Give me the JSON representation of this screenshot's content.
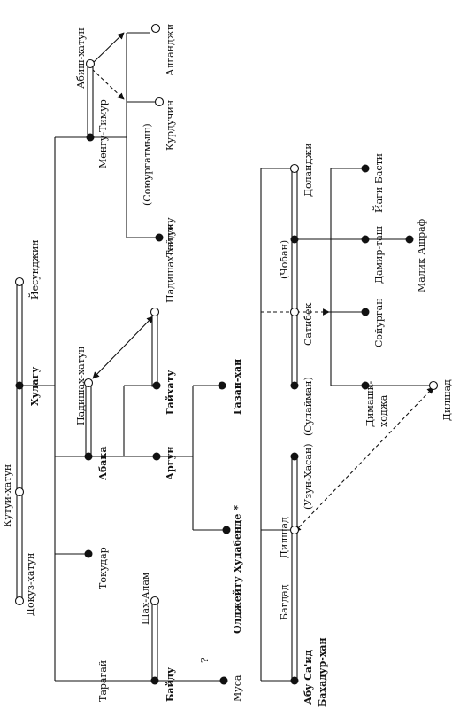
{
  "names": {
    "kutui": "Кутуй-хатун",
    "dokuz": "Докуз-хатун",
    "khulagu": "Хулагу",
    "yesunjin": "Йесунджин",
    "abish": "Абиш-хатун",
    "mengu_timur": "Менгу-Тимур",
    "algandzhi": "Алганджи",
    "soyurgatmysh": "(Союургатмыш)",
    "kurduchin": "Курдучин",
    "tadzhu": "Тайджу",
    "padishakh1": "Падишах-хатун",
    "abaka": "Абака",
    "gaykhatu": "Гайхату",
    "padishakh2": "Падишах-хатун",
    "argun": "Аргун",
    "gazan": "Газан-хан",
    "toqudar": "Токудар",
    "olzheitu": "Олджейту Худабенде *",
    "shakh_alam": "Шах-Алам",
    "taragai": "Тарагай",
    "baidu": "Байду",
    "q": "?",
    "musa": "Муса",
    "dolandzhi": "Доланджи",
    "chopan": "(Чобан)",
    "yagi_basti": "Йаги Басти",
    "damir_tash": "Дамир-таш",
    "malik_ashraf": "Малик Ашраф",
    "satibek": "Сатибек",
    "suleiman": "(Сулайман)",
    "soyurgan": "Сойурган",
    "dimashk": "Димашк-",
    "khodzha": "ходжа",
    "dilshad1": "Дилшад",
    "uzun_hasan": "(Узун-Хасан)",
    "dilshad2": "Дилшад",
    "bagdad": "Багдад",
    "abu_said": "Абу Са'ид",
    "bakhadur": "Бахадур-хан"
  }
}
